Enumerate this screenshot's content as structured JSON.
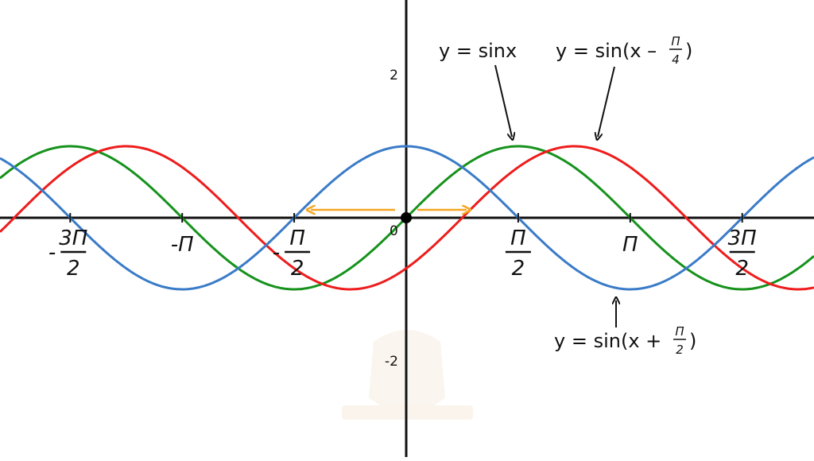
{
  "chart_data": {
    "type": "line",
    "title": "",
    "xlabel": "",
    "ylabel": "",
    "xlim": [
      -5.7,
      5.7
    ],
    "ylim": [
      -3.3,
      3.0
    ],
    "grid": false,
    "legend": "annotations",
    "origin_label": "0",
    "x_ticks": [
      {
        "value": -4.712389,
        "sign": "-",
        "num": "3Π",
        "den": "2"
      },
      {
        "value": -3.141593,
        "text": "-Π"
      },
      {
        "value": -1.570796,
        "sign": "-",
        "num": "Π",
        "den": "2"
      },
      {
        "value": 1.570796,
        "num": "Π",
        "den": "2"
      },
      {
        "value": 3.141593,
        "text": "Π"
      },
      {
        "value": 4.712389,
        "num": "3Π",
        "den": "2"
      }
    ],
    "y_ticks": [
      {
        "value": 2,
        "label": "2"
      },
      {
        "value": -2,
        "label": "-2"
      }
    ],
    "series": [
      {
        "name": "y = sinx",
        "function": "sin(x)",
        "phase": 0,
        "color": "#16921c"
      },
      {
        "name": "y = sin(x - Π/4)",
        "function": "sin(x - π/4)",
        "phase": -0.785398,
        "color": "#ee1c1c"
      },
      {
        "name": "y = sin(x + Π/2)",
        "function": "sin(x + π/2)",
        "phase": 1.570796,
        "color": "#3a7bc8"
      }
    ],
    "annotations": [
      {
        "text": "y = sinx",
        "color": "#111111"
      },
      {
        "text_prefix": "y = sin(x – ",
        "frac_num": "Π",
        "frac_den": "4",
        "text_suffix": ")"
      },
      {
        "text_prefix": "y = sin(x + ",
        "frac_num": "Π",
        "frac_den": "2",
        "text_suffix": ")"
      }
    ],
    "shift_arrow_color": "#f5a623"
  }
}
